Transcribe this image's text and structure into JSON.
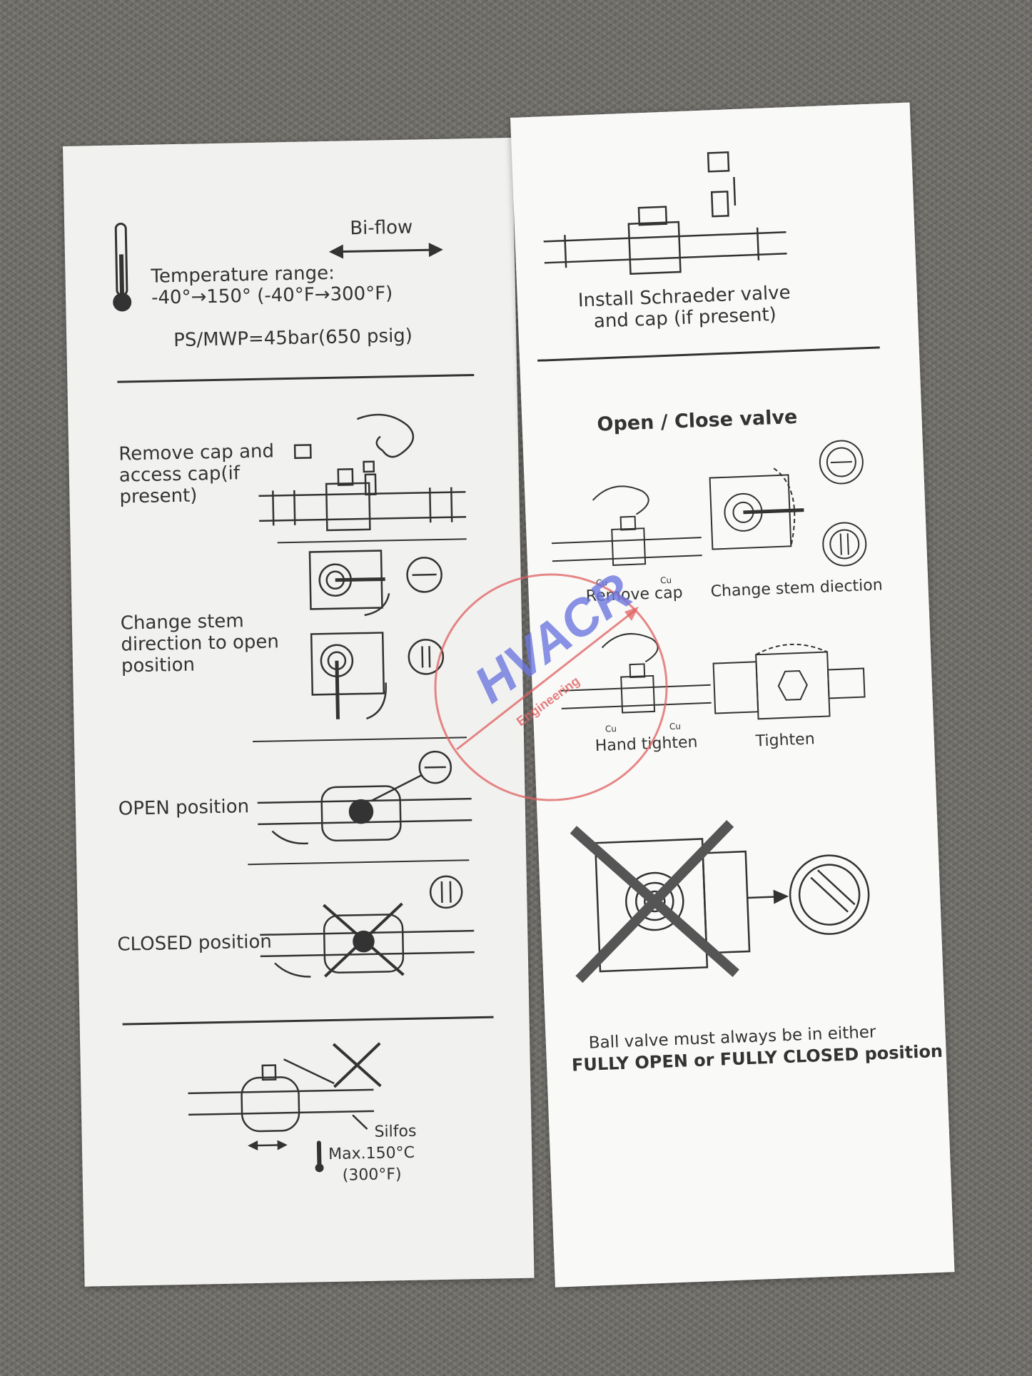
{
  "left": {
    "bi_flow": "Bi-flow",
    "temperature": "Temperature range:\n-40°→150° (-40°F→300°F)",
    "pressure": "PS/MWP=45bar(650 psig)",
    "step1": "Remove cap and\naccess cap(if\npresent)",
    "step2": "Change stem\ndirection to open\nposition",
    "step3": "OPEN position",
    "step4": "CLOSED position",
    "braze_material": "Silfos",
    "braze_temp": "Max.150°C\n(300°F)"
  },
  "right": {
    "schraeder": "Install Schraeder valve\nand cap (if present)",
    "heading": "Open / Close valve",
    "remove_cap": "Remove cap",
    "change_stem": "Change stem diection",
    "hand_tighten": "Hand tighten",
    "tighten": "Tighten",
    "note_line1": "Ball valve must always be in either",
    "note_line2": "FULLY OPEN or FULLY CLOSED position",
    "cu_label": "Cu"
  },
  "watermark": {
    "brand": "HVACR",
    "sub": "Engineering"
  },
  "colors": {
    "paper": "#f6f6f4",
    "ink": "#333333",
    "carpet": "#6f6d68",
    "watermark_red": "#e06060",
    "watermark_blue": "#6e78e0"
  }
}
